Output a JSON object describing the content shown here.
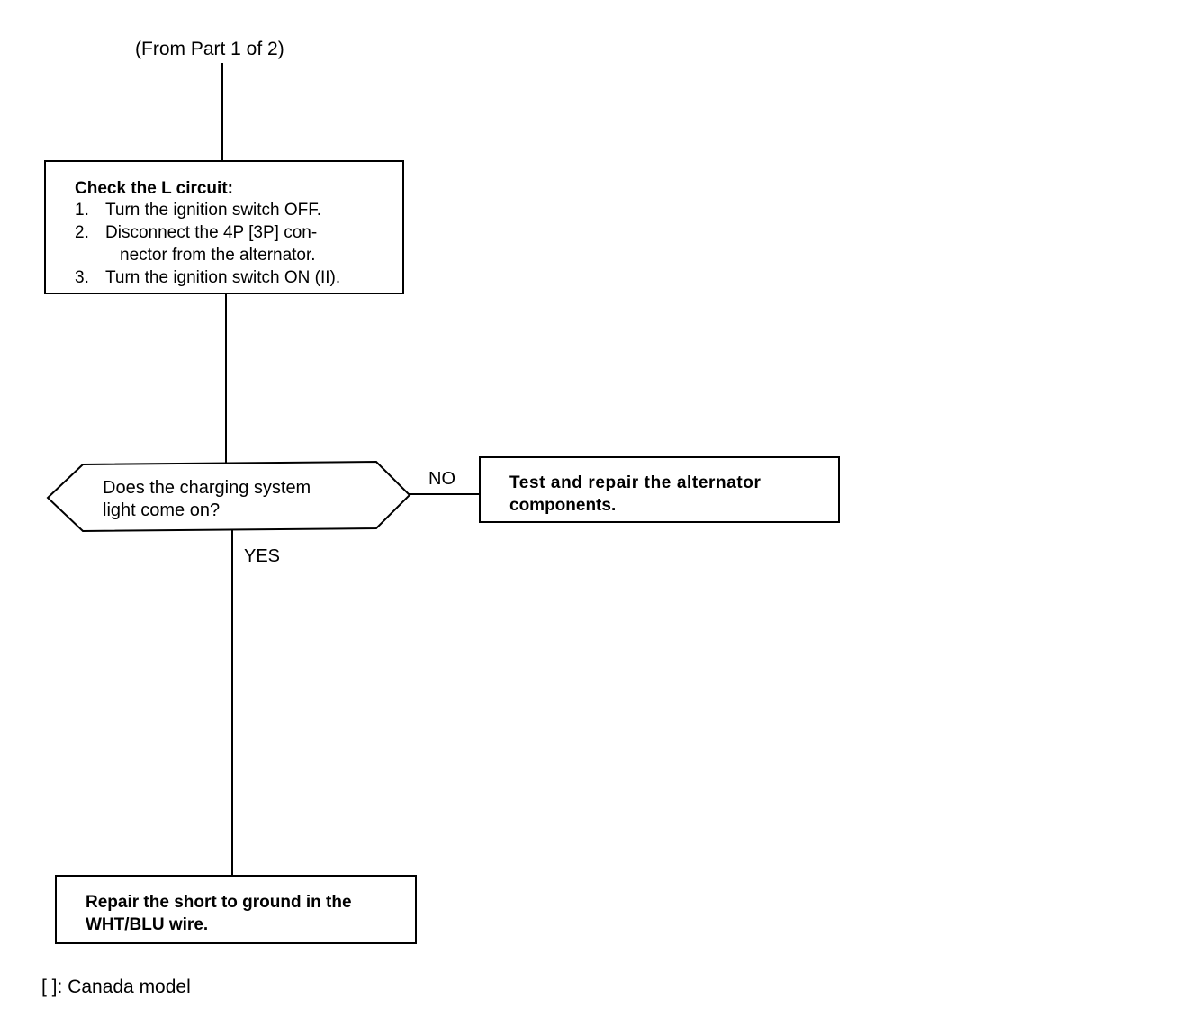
{
  "header": {
    "from_label": "(From Part 1 of 2)"
  },
  "check_box": {
    "title": "Check the L circuit:",
    "steps": [
      {
        "num": "1.",
        "text": "Turn the ignition switch OFF."
      },
      {
        "num": "2.",
        "text": "Disconnect the 4P [3P] con-"
      },
      {
        "num": "",
        "text": "nector from the alternator."
      },
      {
        "num": "3.",
        "text": "Turn the ignition switch ON (II)."
      }
    ]
  },
  "decision": {
    "line1": "Does the charging system",
    "line2": "light come on?",
    "no_label": "NO",
    "yes_label": "YES"
  },
  "no_box": {
    "line1": "Test and repair the alternator",
    "line2": "components."
  },
  "yes_box": {
    "line1": "Repair the short to ground in the",
    "line2": "WHT/BLU wire."
  },
  "footnote": {
    "text": "[ ]: Canada model"
  }
}
